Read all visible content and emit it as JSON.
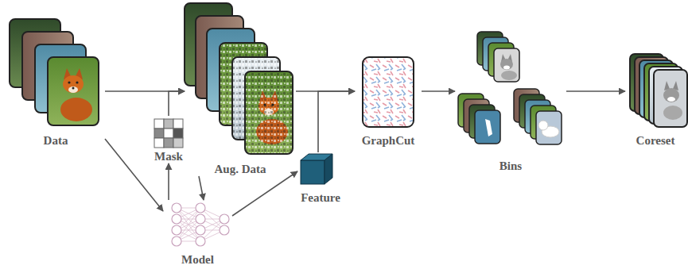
{
  "diagram": {
    "nodes": [
      {
        "text": [
          "Data"
        ]
      },
      {
        "text": [
          "Mask"
        ]
      },
      {
        "text": [
          "Aug. Data"
        ]
      },
      {
        "text": [
          "Feature"
        ]
      },
      {
        "text": [
          "Model"
        ]
      },
      {
        "text": [
          "GraphCut"
        ]
      },
      {
        "text": [
          "Bins"
        ]
      },
      {
        "text": [
          "Coreset"
        ]
      }
    ],
    "edges": [
      {
        "from": 0,
        "to": 2,
        "arrow": "to"
      },
      {
        "from": 1,
        "to": 2,
        "arrow": "to"
      },
      {
        "from": 0,
        "to": 4,
        "arrow": "to"
      },
      {
        "from": 4,
        "to": 1,
        "arrow": "to"
      },
      {
        "from": 2,
        "to": 4,
        "arrow": "to"
      },
      {
        "from": 4,
        "to": 3,
        "arrow": "to"
      },
      {
        "from": 2,
        "to": 5,
        "arrow": "to"
      },
      {
        "from": 3,
        "to": 5,
        "arrow": "to"
      },
      {
        "from": 5,
        "to": 6,
        "arrow": "to"
      },
      {
        "from": 6,
        "to": 7,
        "arrow": "to"
      }
    ]
  }
}
